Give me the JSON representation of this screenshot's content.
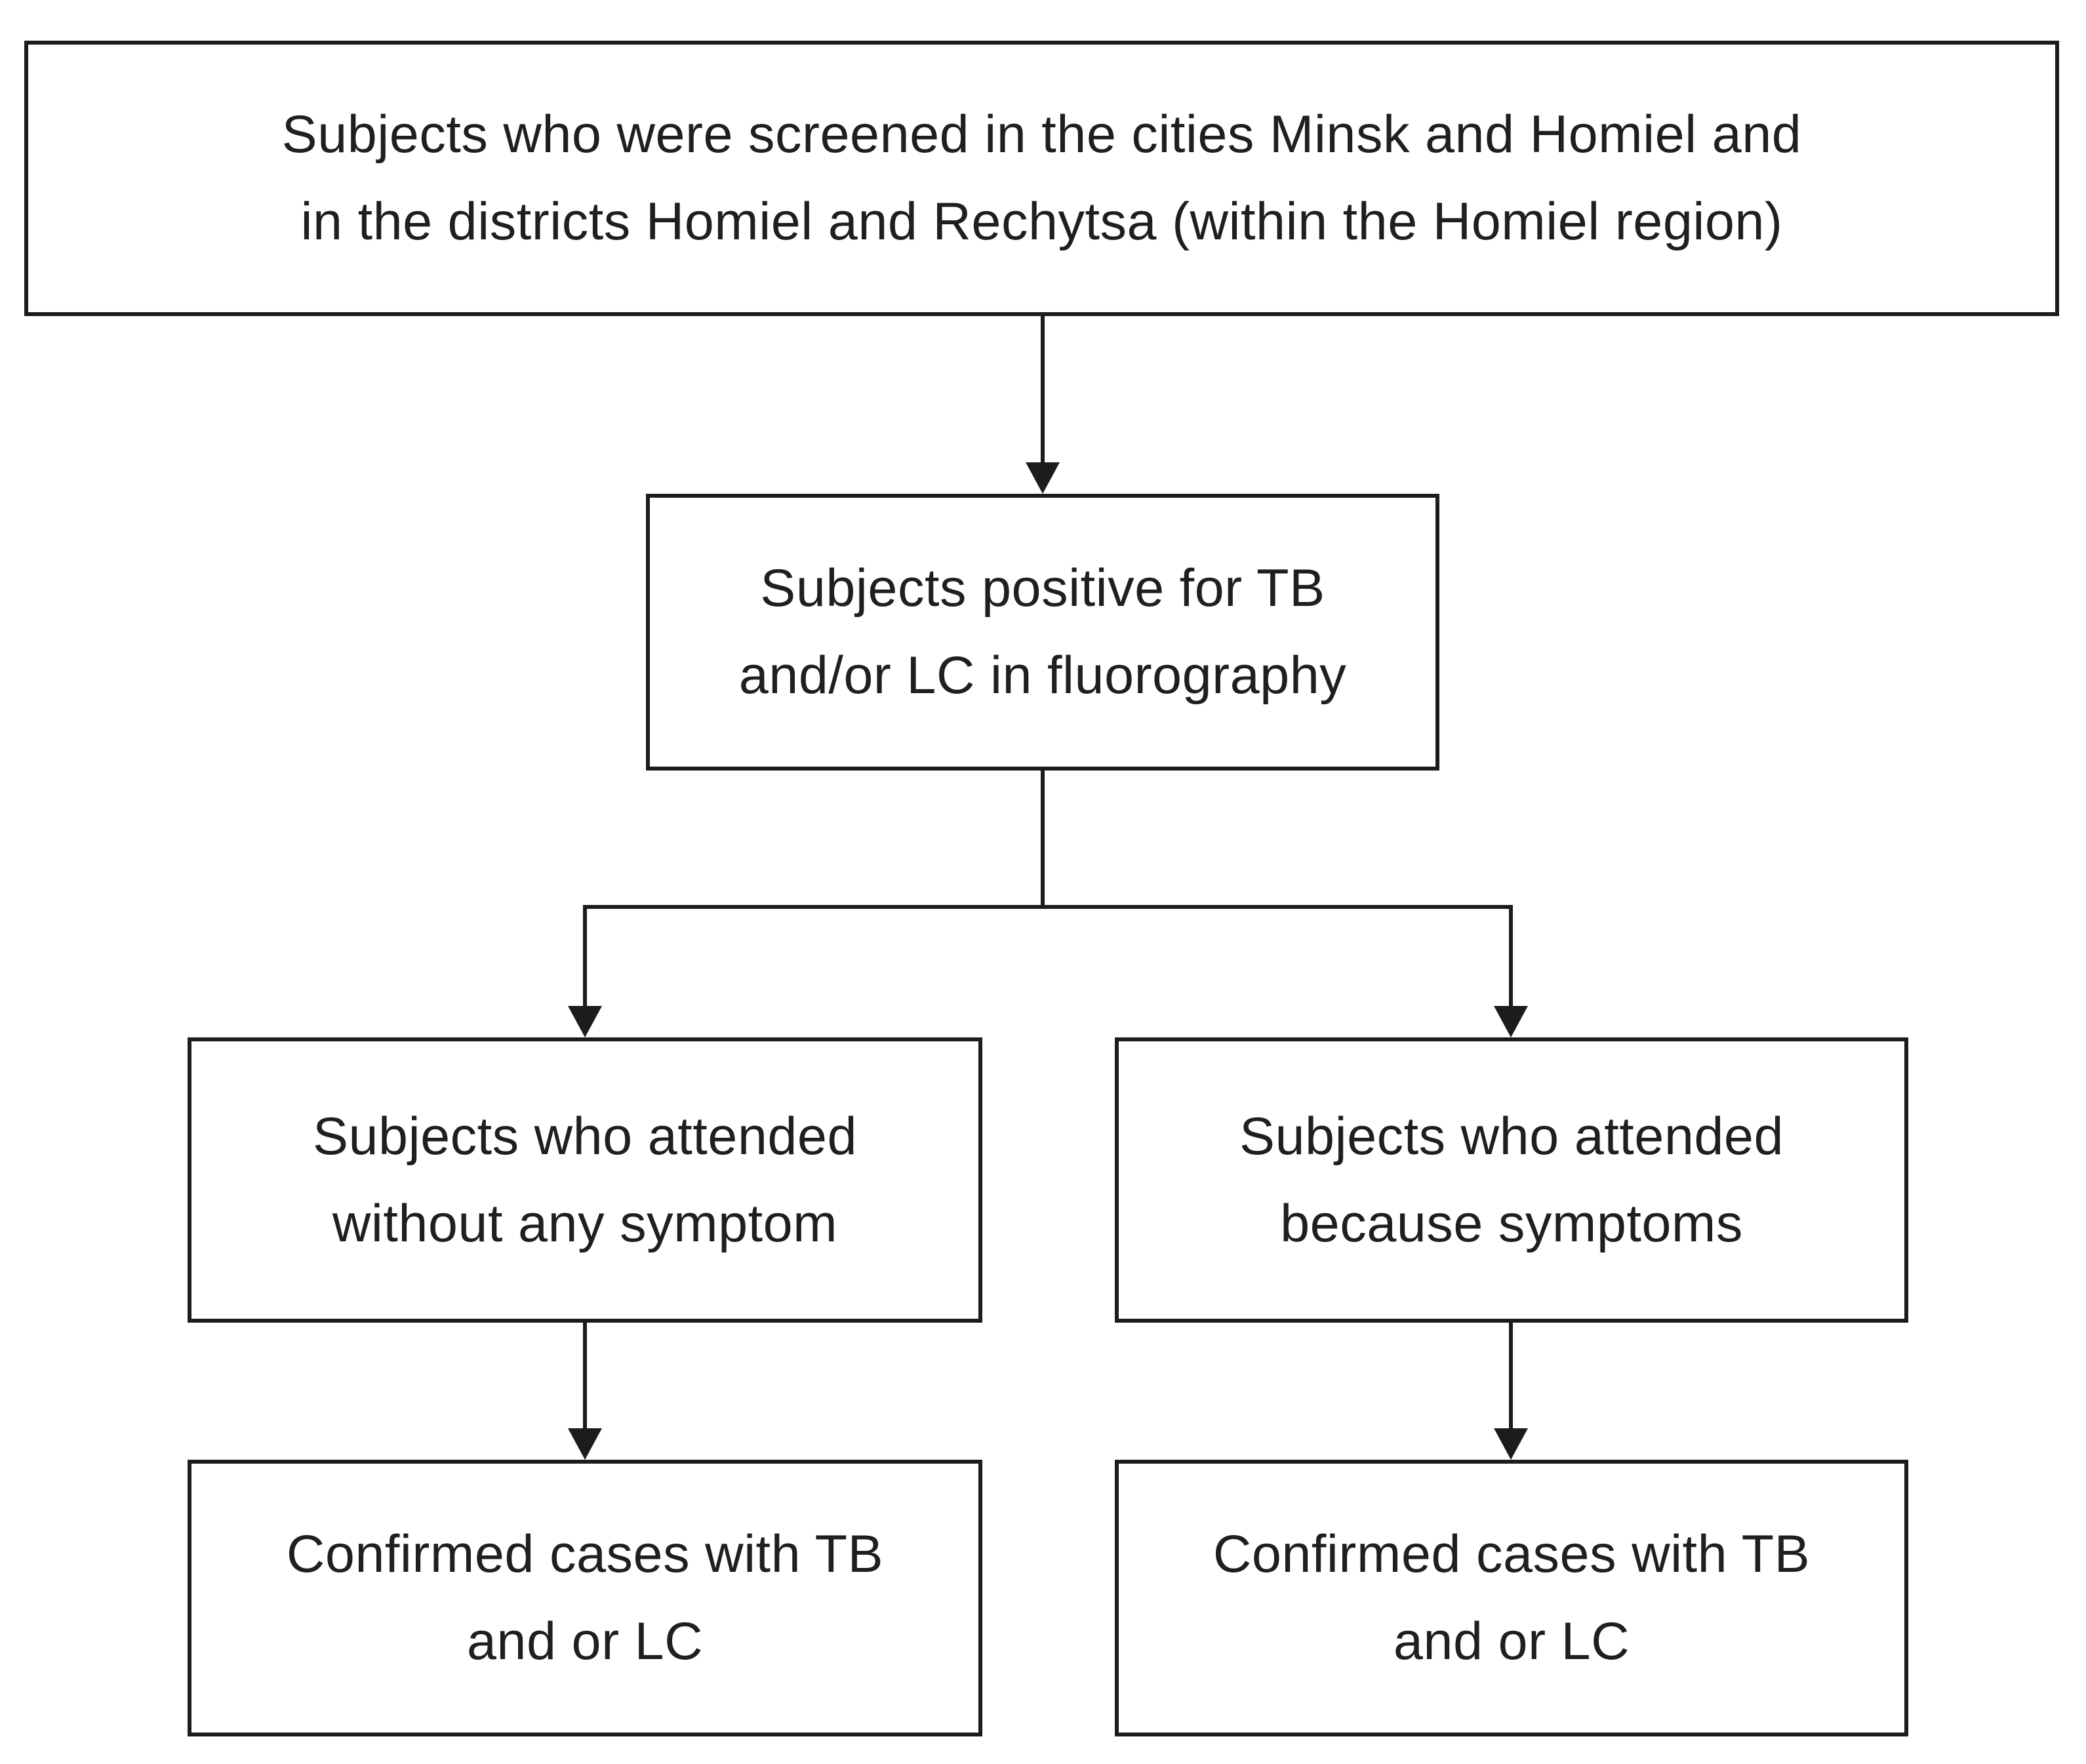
{
  "diagram_type": "flowchart",
  "colors": {
    "box_border": "#1c1c1c",
    "connector": "#1c1c1c",
    "text": "#1f1f1f",
    "background": "#ffffff"
  },
  "nodes": [
    {
      "id": "screened",
      "text": "Subjects who were screened in the cities Minsk and Homiel and\nin the districts Homiel and Rechytsa (within the Homiel region)"
    },
    {
      "id": "positive-fluorography",
      "text": "Subjects positive for TB\nand/or LC in fluorography"
    },
    {
      "id": "attended-without-symptom",
      "text": "Subjects who attended\nwithout any symptom"
    },
    {
      "id": "attended-because-symptoms",
      "text": "Subjects who attended\nbecause symptoms"
    },
    {
      "id": "confirmed-without-symptom",
      "text": "Confirmed cases with TB\nand or LC"
    },
    {
      "id": "confirmed-because-symptoms",
      "text": "Confirmed cases with TB\nand or LC"
    }
  ],
  "edges": [
    {
      "from": "screened",
      "to": "positive-fluorography"
    },
    {
      "from": "positive-fluorography",
      "to": "attended-without-symptom"
    },
    {
      "from": "positive-fluorography",
      "to": "attended-because-symptoms"
    },
    {
      "from": "attended-without-symptom",
      "to": "confirmed-without-symptom"
    },
    {
      "from": "attended-because-symptoms",
      "to": "confirmed-because-symptoms"
    }
  ]
}
